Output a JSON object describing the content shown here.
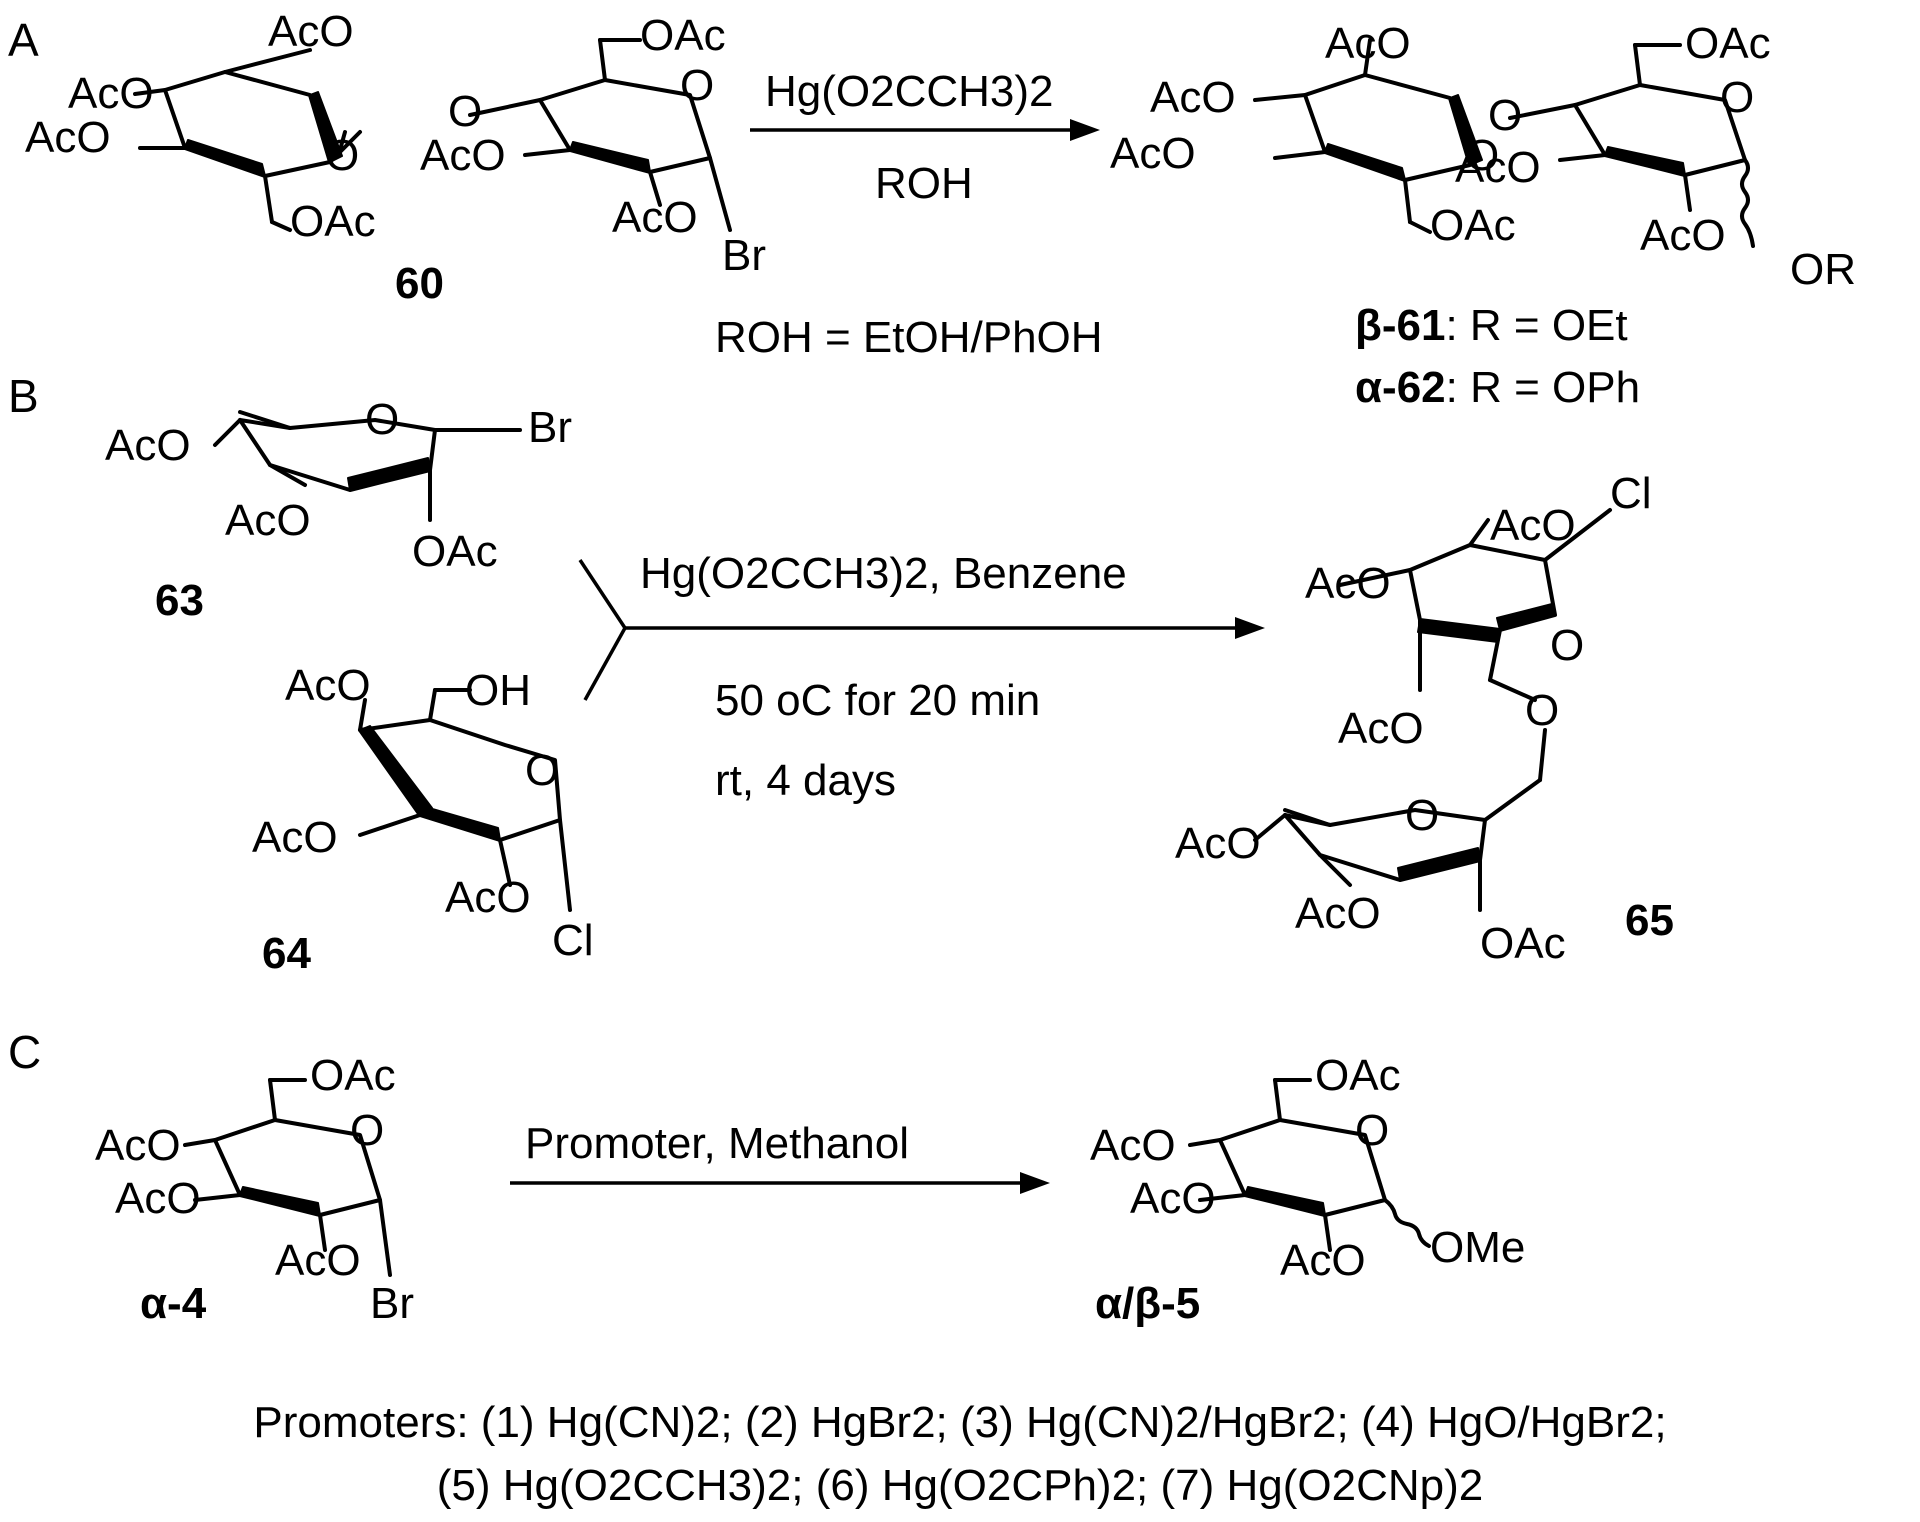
{
  "colors": {
    "ink": "#000000",
    "background": "#ffffff"
  },
  "panels": {
    "a": {
      "section_label": "A",
      "compound_60": "60",
      "reagent_line1": "Hg(O2CCH3)2",
      "reagent_line2": "ROH",
      "roh_definition": "ROH = EtOH/PhOH",
      "product_61": {
        "id": "β-61",
        "rest": ": R = OEt"
      },
      "product_62": {
        "id": "α-62",
        "rest": ": R = OPh"
      },
      "groups": {
        "oac": "OAc",
        "aco": "AcO",
        "o": "O",
        "br": "Br",
        "or": "OR"
      }
    },
    "b": {
      "section_label": "B",
      "compound_63": "63",
      "compound_64": "64",
      "compound_65": "65",
      "reagent_line1": "Hg(O2CCH3)2, Benzene",
      "condition_line1": "50 oC for 20 min",
      "condition_line2": "rt, 4 days",
      "groups": {
        "oac": "OAc",
        "aco": "AcO",
        "o": "O",
        "br": "Br",
        "cl": "Cl",
        "oh": "OH"
      }
    },
    "c": {
      "section_label": "C",
      "compound_a4": "α-4",
      "compound_ab5": "α/β-5",
      "reagent_line1": "Promoter, Methanol",
      "groups": {
        "oac": "OAc",
        "aco": "AcO",
        "o": "O",
        "br": "Br",
        "ome": "OMe"
      }
    }
  },
  "promoters": {
    "line1": "Promoters: (1) Hg(CN)2; (2) HgBr2; (3) Hg(CN)2/HgBr2; (4) HgO/HgBr2;",
    "line2": "(5) Hg(O2CCH3)2; (6) Hg(O2CPh)2; (7) Hg(O2CNp)2"
  }
}
